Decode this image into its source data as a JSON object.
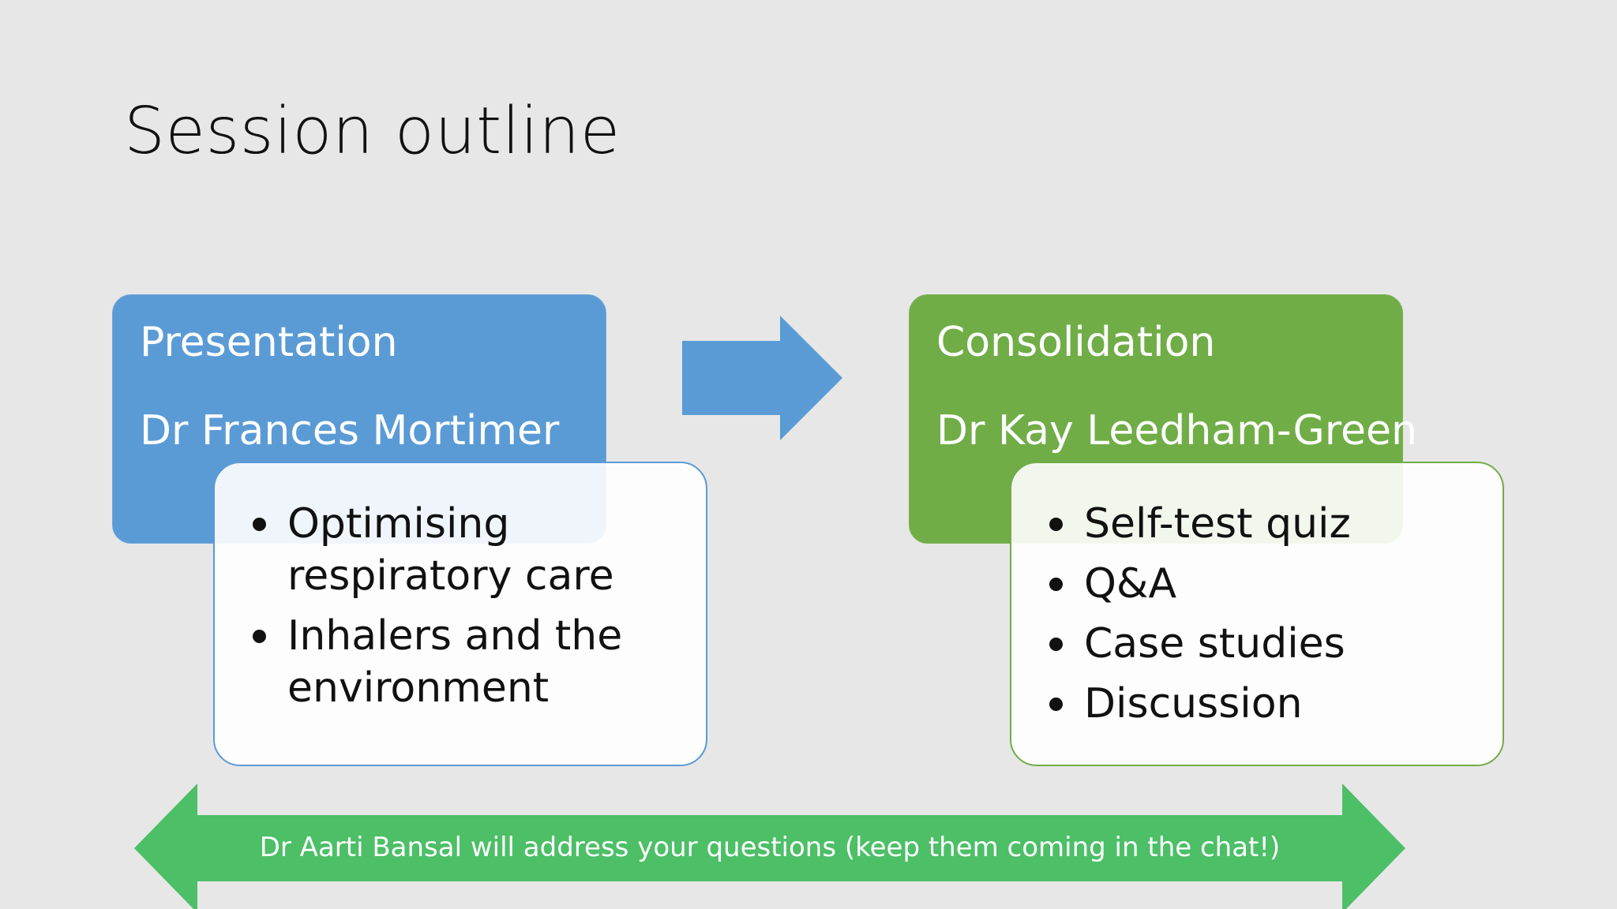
{
  "slide": {
    "title": "Session outline",
    "presentation": {
      "heading": "Presentation",
      "presenter": "Dr Frances Mortimer",
      "items": [
        "Optimising respiratory care",
        "Inhalers and the environment"
      ]
    },
    "consolidation": {
      "heading": "Consolidation",
      "presenter": "Dr Kay Leedham-Green",
      "items": [
        "Self-test quiz",
        "Q&A",
        "Case studies",
        "Discussion"
      ]
    },
    "banner": "Dr Aarti Bansal will address your questions (keep them coming in the chat!)"
  },
  "colors": {
    "background": "#e7e7e7",
    "blue": "#5b9bd5",
    "green": "#70ad47",
    "banner_green": "#4cbf67"
  },
  "icons": {
    "flow_arrow": "right-arrow-icon",
    "banner_arrow": "double-headed-arrow-icon"
  }
}
